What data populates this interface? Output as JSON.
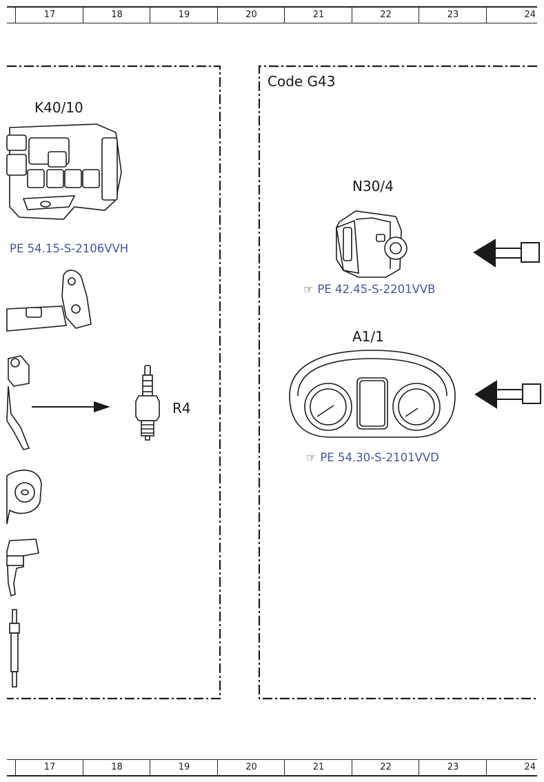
{
  "ruler_top": [
    "17",
    "18",
    "19",
    "20",
    "21",
    "22",
    "23",
    "24"
  ],
  "ruler_bottom": [
    "17",
    "18",
    "19",
    "20",
    "21",
    "22",
    "23",
    "24"
  ],
  "left_panel": {
    "k40_label": "K40/10",
    "k40_ref": "PE 54.15-S-2106VVH",
    "r4_label": "R4"
  },
  "right_panel": {
    "title": "Code G43",
    "n30_label": "N30/4",
    "n30_ref": "PE 42.45-S-2201VVB",
    "a1_label": "A1/1",
    "a1_ref": "PE 54.30-S-2101VVD"
  },
  "icons": {
    "reference": "pointing-hand-icon"
  },
  "colors": {
    "ref_link": "#3f55a8",
    "line": "#1a1a1a"
  }
}
